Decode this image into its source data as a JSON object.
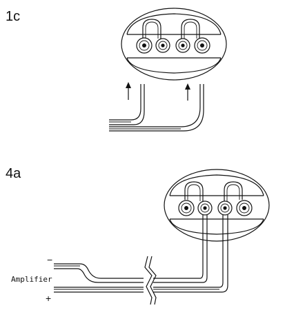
{
  "panels": [
    {
      "id": "1c",
      "label": "1c"
    },
    {
      "id": "4a",
      "label": "4a"
    }
  ],
  "amplifier": {
    "label": "Amplifier",
    "minus": "−",
    "plus": "+"
  },
  "colors": {
    "line": "#111111",
    "background": "#ffffff"
  }
}
